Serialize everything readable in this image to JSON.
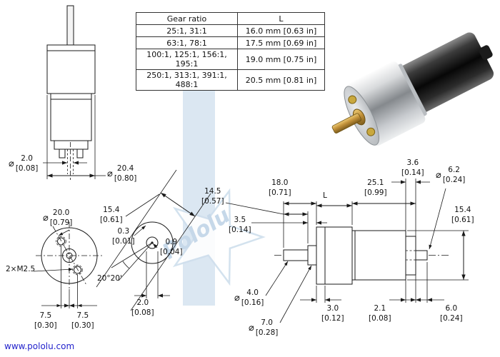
{
  "page": {
    "footer_link": "www.pololu.com"
  },
  "table": {
    "headers": [
      "Gear ratio",
      "L"
    ],
    "rows": [
      [
        "25:1, 31:1",
        "16.0 mm [0.63 in]"
      ],
      [
        "63:1, 78:1",
        "17.5 mm [0.69 in]"
      ],
      [
        "100:1, 125:1, 156:1, 195:1",
        "19.0 mm [0.75 in]"
      ],
      [
        "250:1, 313:1, 391:1, 488:1",
        "20.5 mm [0.81 in]"
      ]
    ]
  },
  "labels": {
    "mounting_holes": "2×M2.5",
    "hole_angle": "20°20'",
    "gearbox_length_var": "L"
  },
  "dims": {
    "shaft_dia_vertical": {
      "sym": "⌀",
      "mm": "2.0",
      "in": "[0.08]"
    },
    "gearbox_dia": {
      "sym": "⌀",
      "mm": "20.4",
      "in": "[0.80]"
    },
    "face_dia": {
      "sym": "⌀",
      "mm": "20.0",
      "in": "[0.79]"
    },
    "cross_width": {
      "mm": "15.4",
      "in": "[0.61]"
    },
    "flat_depth": {
      "mm": "0.3",
      "in": "[0.01]"
    },
    "shaft_flat": {
      "mm": "0.9",
      "in": "[0.04]"
    },
    "cross_shaft": {
      "mm": "2.0",
      "in": "[0.08]"
    },
    "hole_offset_left": {
      "mm": "7.5",
      "in": "[0.30]"
    },
    "hole_offset_right": {
      "mm": "7.5",
      "in": "[0.30]"
    },
    "shaft_length": {
      "mm": "14.5",
      "in": "[0.57]"
    },
    "boss_length": {
      "mm": "3.5",
      "in": "[0.14]"
    },
    "shaft_total": {
      "mm": "18.0",
      "in": "[0.71]"
    },
    "motor_length": {
      "mm": "25.1",
      "in": "[0.99]"
    },
    "cap_step": {
      "mm": "3.6",
      "in": "[0.14]"
    },
    "rear_boss_dia": {
      "sym": "⌀",
      "mm": "6.2",
      "in": "[0.24]"
    },
    "body_across_flats": {
      "mm": "15.4",
      "in": "[0.61]"
    },
    "shaft_dia": {
      "sym": "⌀",
      "mm": "4.0",
      "in": "[0.16]"
    },
    "boss_dia": {
      "sym": "⌀",
      "mm": "7.0",
      "in": "[0.28]"
    },
    "plate_thickness": {
      "mm": "3.0",
      "in": "[0.12]"
    },
    "cap_thickness": {
      "mm": "2.1",
      "in": "[0.08]"
    },
    "rear_shaft_length": {
      "mm": "6.0",
      "in": "[0.24]"
    }
  },
  "watermark": {
    "text": "Pololu"
  },
  "colors": {
    "line": "#1a1a1a",
    "link_blue": "#2222cc",
    "watermark_blue": "#cfdfed",
    "brass": "#c2913a"
  }
}
